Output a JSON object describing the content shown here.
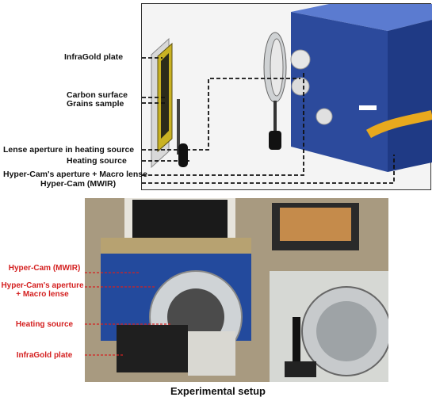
{
  "diagram": {
    "labels_top": [
      "InfraGold plate",
      "Carbon surface",
      "Grains sample",
      "Lense aperture in heating source",
      "Heating source",
      "Hyper-Cam's aperture + Macro lense",
      "Hyper-Cam (MWIR)"
    ],
    "labels_photo": [
      "Hyper-Cam (MWIR)",
      "Hyper-Cam's aperture",
      "+ Macro lense",
      "Heating source",
      "InfraGold plate"
    ],
    "caption": "Experimental setup",
    "colors": {
      "camera_blue": "#2c4a9c",
      "plate_yellow": "#d9c02a",
      "label_red": "#d42020",
      "cable_yellow": "#e8a91e"
    }
  }
}
